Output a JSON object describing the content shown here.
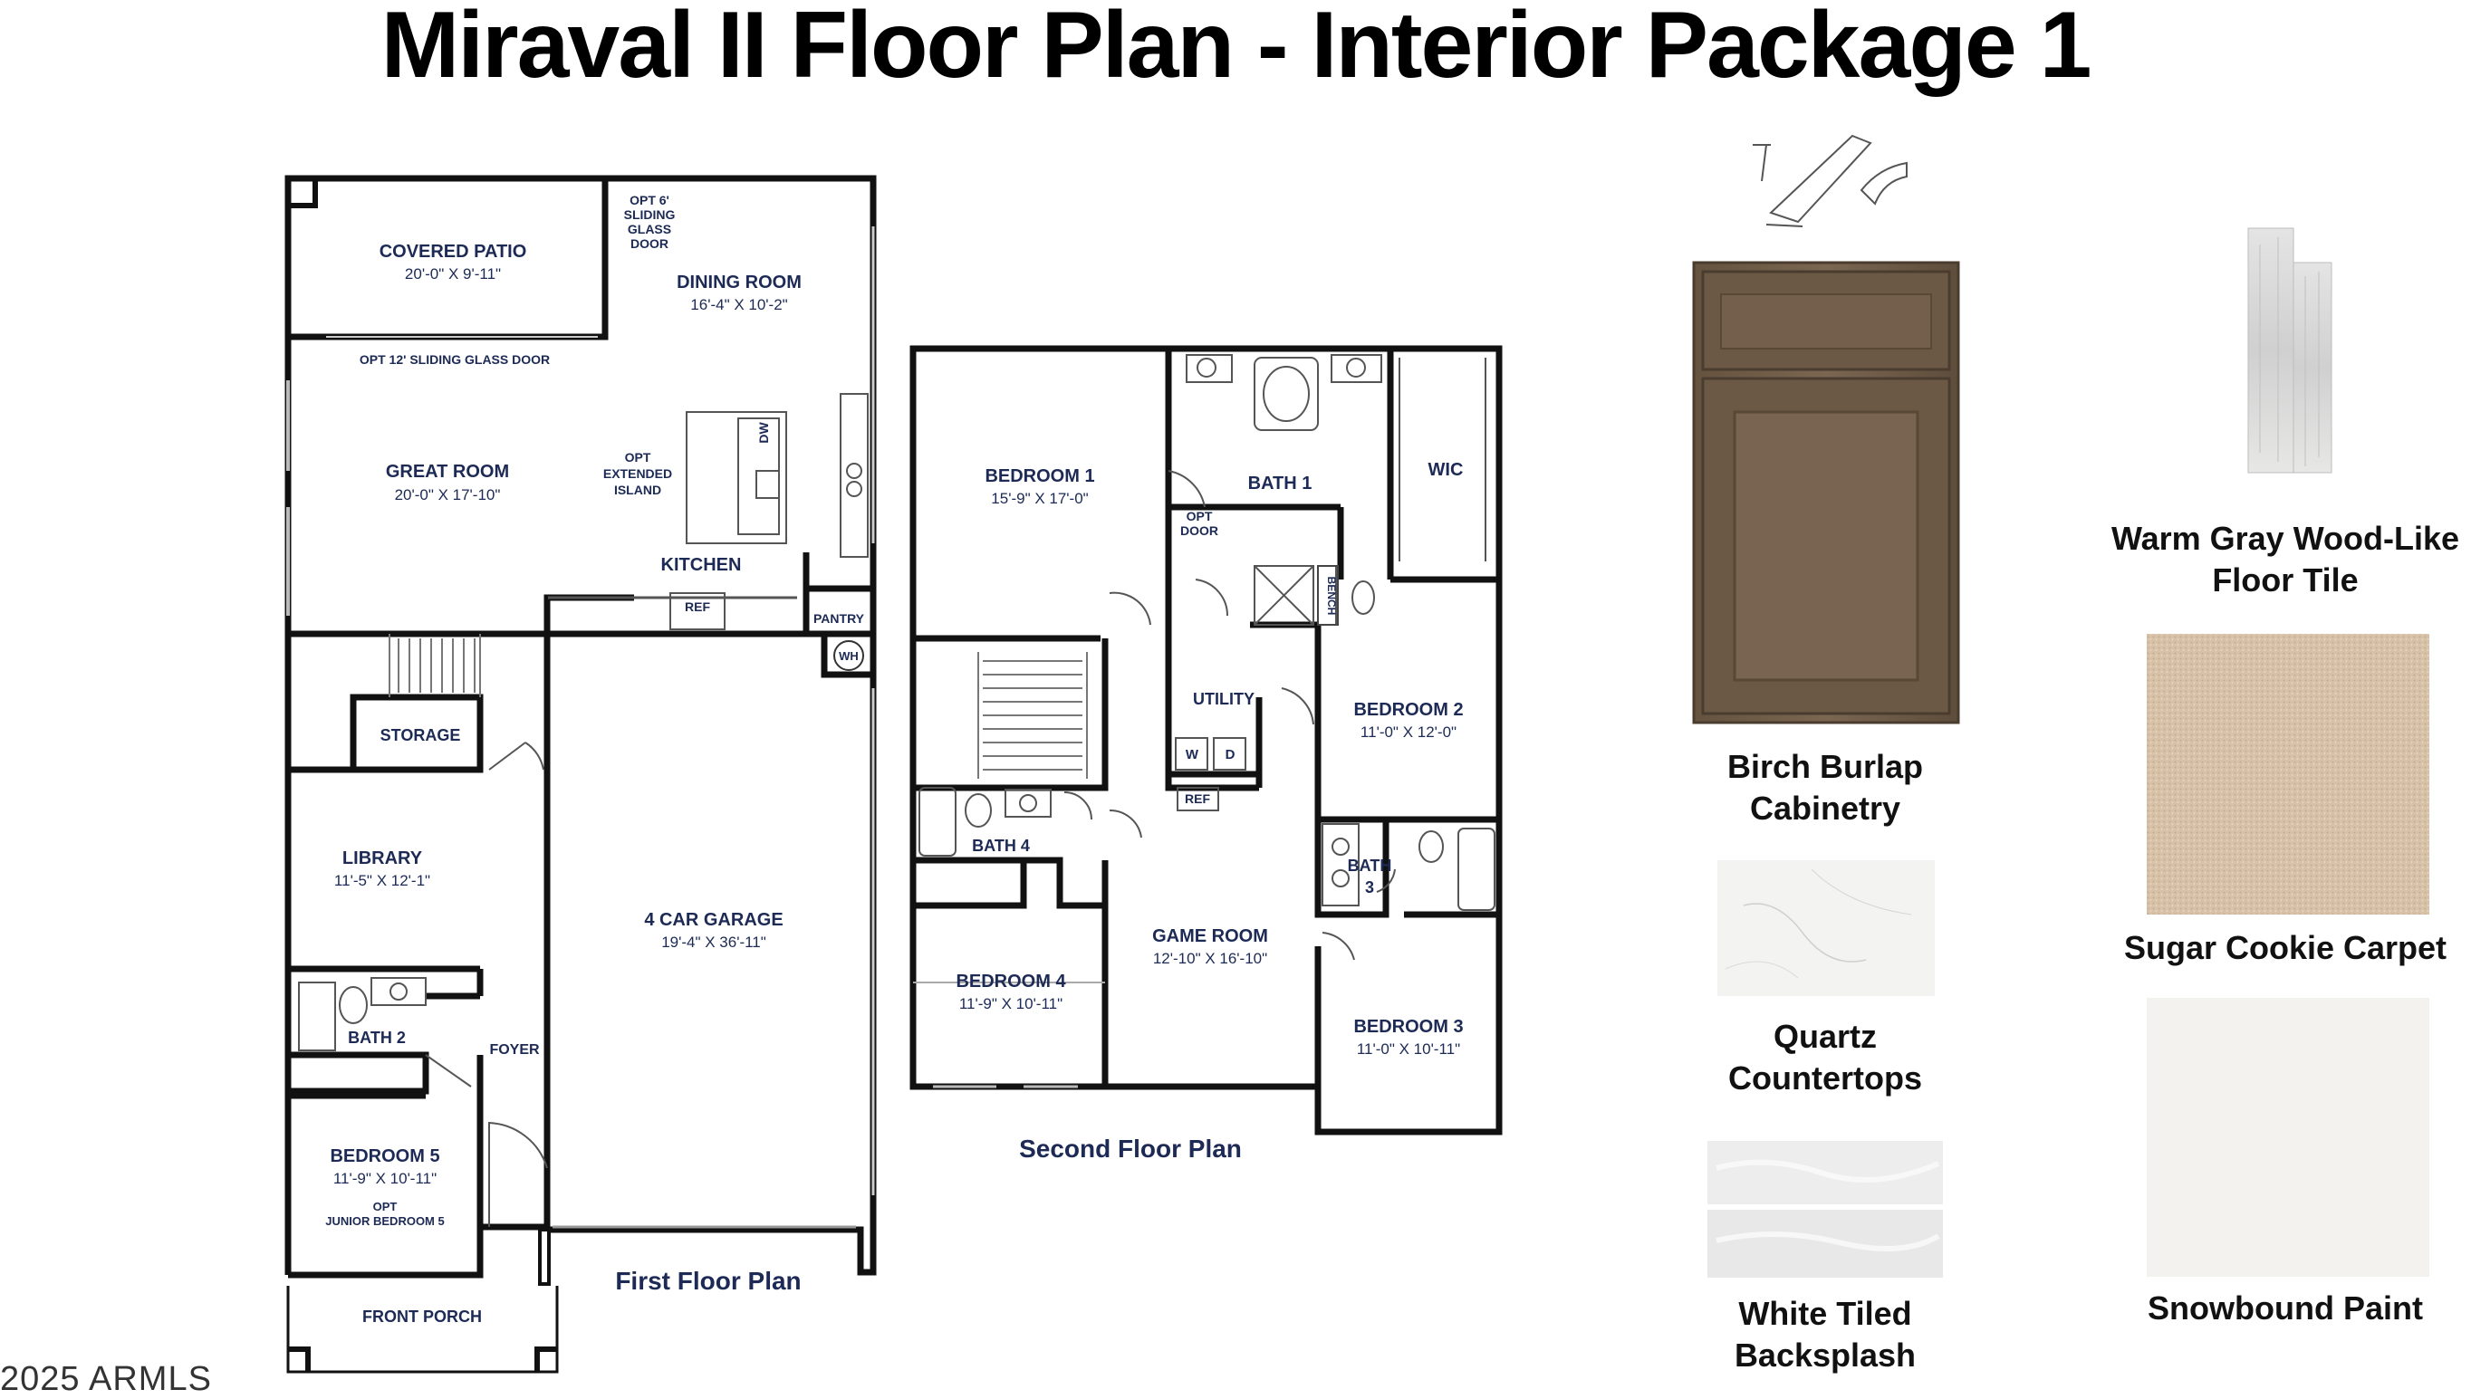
{
  "title": "Miraval II Floor Plan - Interior Package 1",
  "copyright": "2025 ARMLS",
  "first_floor": {
    "caption": "First Floor Plan",
    "covered_patio": {
      "name": "COVERED PATIO",
      "dim": "20'-0\" X 9'-11\""
    },
    "opt_sliding_6": [
      "OPT 6'",
      "SLIDING",
      "GLASS",
      "DOOR"
    ],
    "dining_room": {
      "name": "DINING ROOM",
      "dim": "16'-4\" X 10'-2\""
    },
    "opt_sliding_12": "OPT 12' SLIDING GLASS DOOR",
    "great_room": {
      "name": "GREAT ROOM",
      "dim": "20'-0\" X 17'-10\""
    },
    "opt_island": [
      "OPT",
      "EXTENDED",
      "ISLAND"
    ],
    "dw": "DW",
    "kitchen": "KITCHEN",
    "ref": "REF",
    "pantry": "PANTRY",
    "wh": "WH",
    "storage": "STORAGE",
    "library": {
      "name": "LIBRARY",
      "dim": "11'-5\" X 12'-1\""
    },
    "garage": {
      "name": "4 CAR GARAGE",
      "dim": "19'-4\" X 36'-11\""
    },
    "bath2": "BATH 2",
    "foyer": "FOYER",
    "bedroom5": {
      "name": "BEDROOM 5",
      "dim": "11'-9\" X 10'-11\"",
      "opt1": "OPT",
      "opt2": "JUNIOR BEDROOM 5"
    },
    "front_porch": "FRONT PORCH"
  },
  "second_floor": {
    "caption": "Second Floor Plan",
    "bedroom1": {
      "name": "BEDROOM 1",
      "dim": "15'-9\" X 17'-0\""
    },
    "bath1": "BATH 1",
    "wic": "WIC",
    "opt_door": [
      "OPT",
      "DOOR"
    ],
    "bench": "BENCH",
    "utility": "UTILITY",
    "w": "W",
    "d": "D",
    "ref": "REF",
    "bedroom2": {
      "name": "BEDROOM 2",
      "dim": "11'-0\" X 12'-0\""
    },
    "bath4": "BATH 4",
    "bath3": [
      "BATH",
      "3"
    ],
    "bedroom4": {
      "name": "BEDROOM 4",
      "dim": "11'-9\" X 10'-11\""
    },
    "game_room": {
      "name": "GAME ROOM",
      "dim": "12'-10\" X 16'-10\""
    },
    "bedroom3": {
      "name": "BEDROOM 3",
      "dim": "11'-0\" X 10'-11\""
    }
  },
  "materials": {
    "cabinetry": [
      "Birch Burlap",
      "Cabinetry"
    ],
    "countertops": [
      "Quartz",
      "Countertops"
    ],
    "backsplash": [
      "White Tiled",
      "Backsplash"
    ],
    "floor_tile": [
      "Warm Gray Wood-Like",
      "Floor Tile"
    ],
    "carpet": "Sugar Cookie Carpet",
    "paint": "Snowbound Paint"
  },
  "colors": {
    "plan_text": "#1c2a55",
    "wall": "#111111",
    "cabinet_wood": "#6f5d4c",
    "carpet": "#d9c4ab",
    "paint": "#f4f2ee"
  }
}
